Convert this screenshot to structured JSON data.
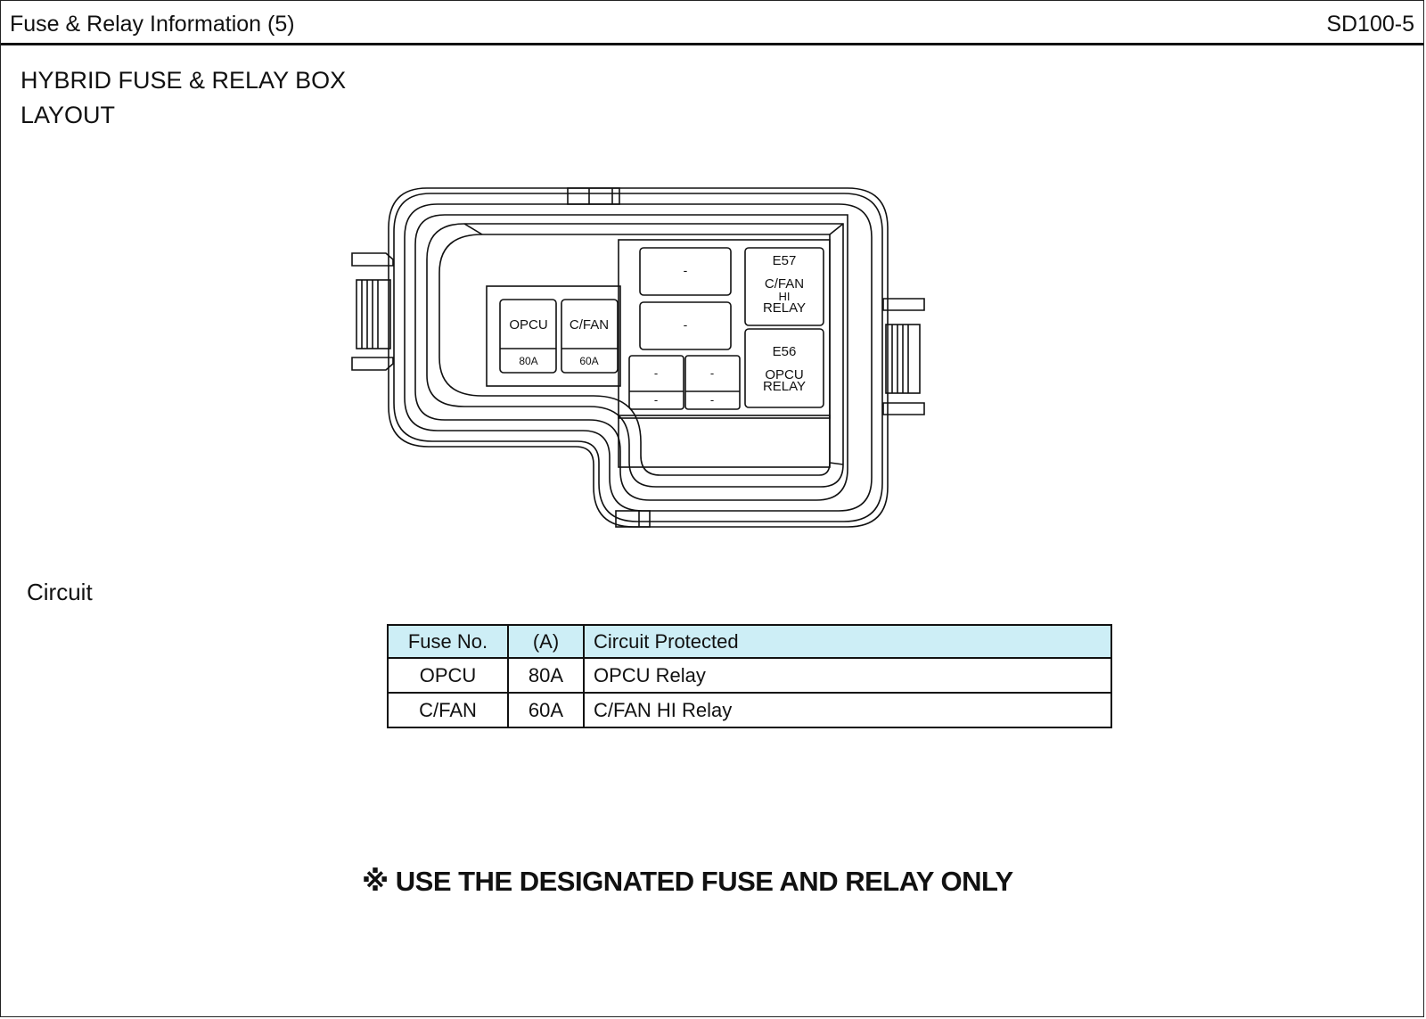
{
  "header": {
    "title": "Fuse & Relay Information (5)",
    "code": "SD100-5"
  },
  "section": {
    "title_line1": "HYBRID FUSE & RELAY BOX",
    "title_line2": "LAYOUT"
  },
  "diagram": {
    "fuses": [
      {
        "name": "OPCU",
        "rating": "80A"
      },
      {
        "name": "C/FAN",
        "rating": "60A"
      }
    ],
    "relays": [
      {
        "id": "E57",
        "label_lines": [
          "C/FAN",
          "HI",
          "RELAY"
        ]
      },
      {
        "id": "E56",
        "label_lines": [
          "OPCU",
          "RELAY"
        ]
      }
    ],
    "empty_slot_label": "-"
  },
  "circuit": {
    "label": "Circuit",
    "headers": [
      "Fuse No.",
      "(A)",
      "Circuit Protected"
    ],
    "rows": [
      [
        "OPCU",
        "80A",
        "OPCU Relay"
      ],
      [
        "C/FAN",
        "60A",
        "C/FAN HI Relay"
      ]
    ]
  },
  "warning": {
    "symbol": "※",
    "text": "USE THE DESIGNATED FUSE AND RELAY ONLY"
  }
}
